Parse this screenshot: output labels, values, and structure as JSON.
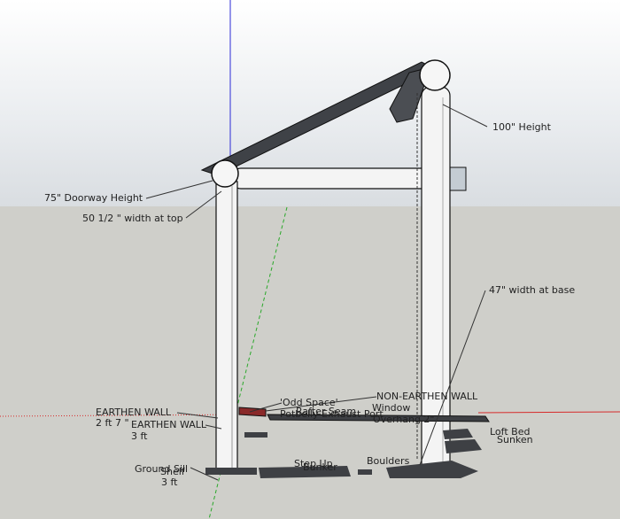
{
  "colors": {
    "sky": "#e6e9ec",
    "ground": "#cfcfca",
    "blue_axis": "#2a2ad6",
    "green_axis": "#2aa82a",
    "red_axis": "#d62a2a",
    "roof": "#3f4247",
    "post": "#f4f4f4",
    "outline": "#111111"
  },
  "labels": {
    "height_100": "100\" Height",
    "doorway_height": "75\" Doorway Height",
    "width_top": "50 1/2 \" width at top",
    "width_base": "47\" width at base",
    "earthen_wall_1_line1": "EARTHEN WALL",
    "earthen_wall_1_line2": "2 ft 7 \"",
    "earthen_wall_2_line1": "EARTHEN WALL",
    "earthen_wall_2_line2": "3 ft",
    "odd_space": "'Odd Space'",
    "non_earthen_wall": "NON-EARTHEN WALL",
    "potbelly_exhaust": "Potbelly Exhaust Port",
    "rafter_seam": "Rafter Seam",
    "window": "Window",
    "overhang": "Overhang 2\"",
    "loft_bed": "Loft Bed",
    "sunken": "Sunken",
    "ground_sill": "Ground Sill",
    "shelf_line1": "Shelf",
    "shelf_line2": "3 ft",
    "step_up": "Step Up",
    "bunker": "Bunker",
    "boulders": "Boulders"
  }
}
